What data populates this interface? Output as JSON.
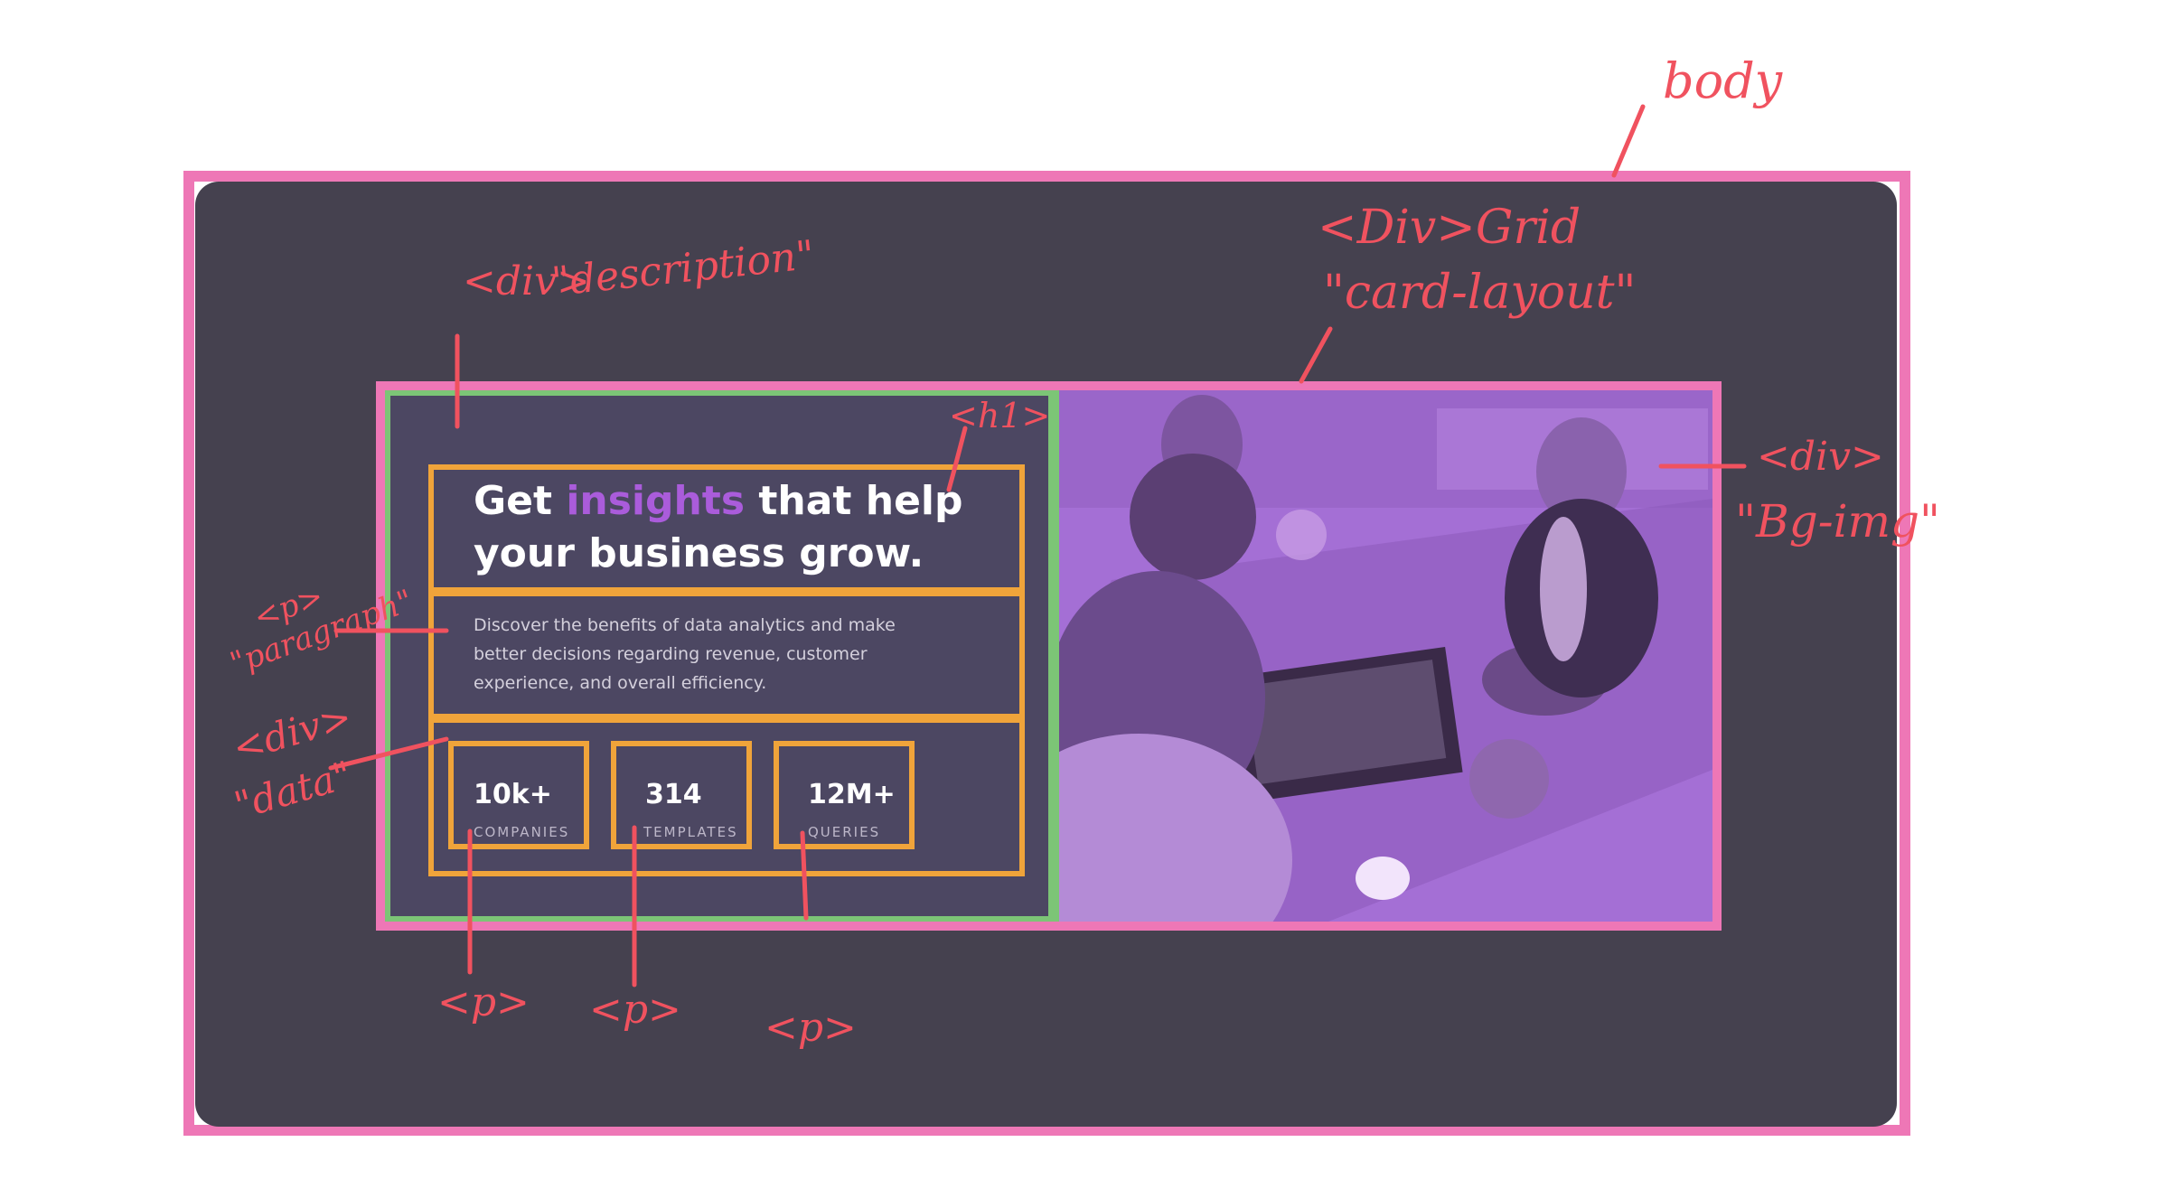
{
  "headline": {
    "part1": "Get ",
    "accent": "insights",
    "part2": " that help your business grow."
  },
  "paragraph": "Discover the benefits of data analytics and make better decisions regarding revenue, customer experience, and overall efficiency.",
  "stats": [
    {
      "value": "10k+",
      "label": "COMPANIES"
    },
    {
      "value": "314",
      "label": "TEMPLATES"
    },
    {
      "value": "12M+",
      "label": "QUERIES"
    }
  ],
  "annotations": {
    "body": "body",
    "grid_line1": "<Div>Grid",
    "grid_line2": "\"card-layout\"",
    "description_line1": "<div>",
    "description_line2": "\"description\"",
    "h1": "<h1>",
    "bgimg_line1": "<div>",
    "bgimg_line2": "\"Bg-img\"",
    "paragraph_line1": "<p>",
    "paragraph_line2": "\"paragraph\"",
    "data_line1": "<div>",
    "data_line2": "\"data\"",
    "p1": "<p>",
    "p2": "<p>",
    "p3": "<p>"
  },
  "colors": {
    "annotation": "#f0525f",
    "frame_pink": "#ee77b6",
    "outline_green": "#7cc576",
    "outline_orange": "#f0a43a",
    "accent": "#aa5cdb",
    "panel": "#45414f",
    "description_bg": "#4c4762",
    "image_tint": "#a46fd5"
  }
}
